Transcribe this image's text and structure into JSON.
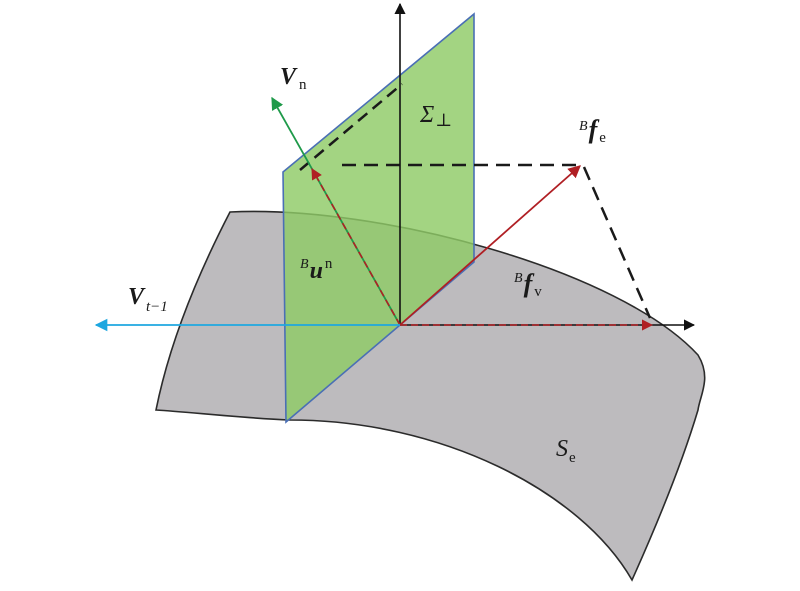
{
  "labels": {
    "vn_main": "V",
    "vn_sub": "n",
    "sigma_main": "Σ",
    "sigma_sub": "⊥",
    "fe_sup": "B",
    "fe_main": "f",
    "fe_sub": "e",
    "un_sup": "B",
    "un_main": "u",
    "un_exp": "n",
    "fv_sup": "B",
    "fv_main": "f",
    "fv_sub": "v",
    "vt_main": "V",
    "vt_sub": "t−1",
    "se_main": "S",
    "se_sub": "e"
  },
  "colors": {
    "surface_fill": "#bdbbbe",
    "surface_stroke": "#2b2b2b",
    "plane_fill": "#8fca66",
    "plane_stroke": "#4a6fb5",
    "axis": "#111111",
    "normal_arrow": "#1f9a4a",
    "force_arrow": "#b01f24",
    "velocity_arrow": "#1ea7e0",
    "dashed_black": "#1a1a1a"
  }
}
